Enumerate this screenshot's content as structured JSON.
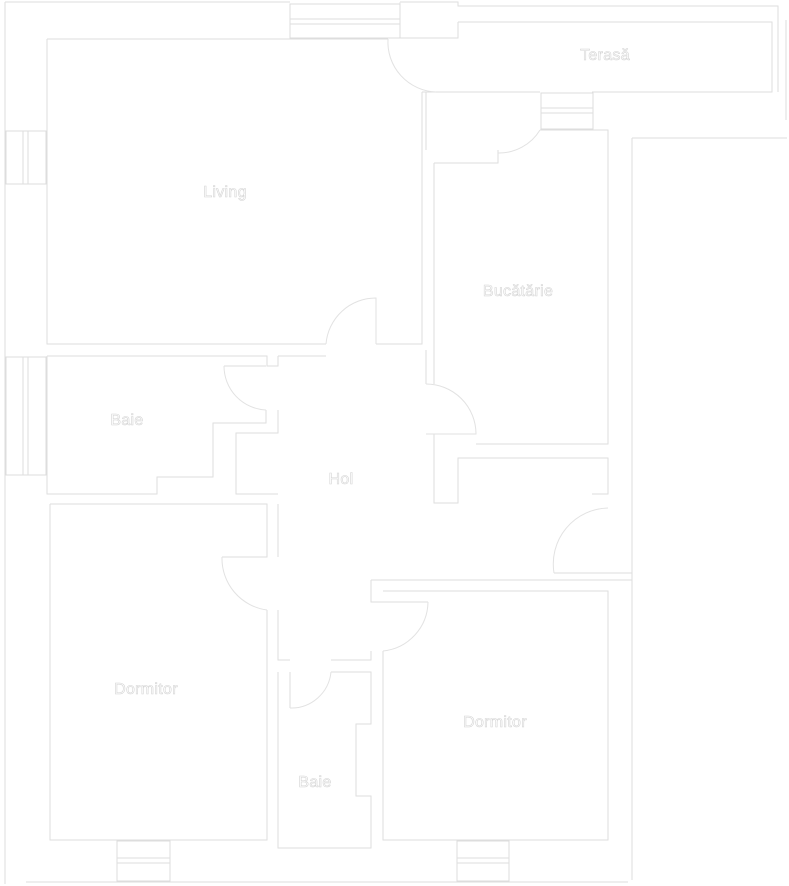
{
  "floor_plan": {
    "colors": {
      "line": "#dedede",
      "label": "#d4d4d4",
      "background": "#ffffff"
    },
    "rooms": [
      {
        "id": "terasa",
        "label": "Terasă"
      },
      {
        "id": "living",
        "label": "Living"
      },
      {
        "id": "bucatarie",
        "label": "Bucătărie"
      },
      {
        "id": "baie1",
        "label": "Baie"
      },
      {
        "id": "hol",
        "label": "Hol"
      },
      {
        "id": "dormitor1",
        "label": "Dormitor"
      },
      {
        "id": "dormitor2",
        "label": "Dormitor"
      },
      {
        "id": "baie2",
        "label": "Baie"
      }
    ]
  }
}
